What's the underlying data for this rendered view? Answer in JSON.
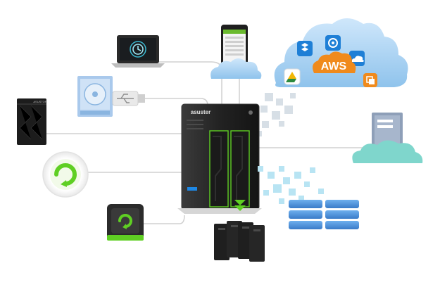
{
  "nas": {
    "brand_label": "asuster"
  },
  "small_nas": {
    "brand_label": "ASUSTOR"
  },
  "cloud_services": {
    "aws_label": "AWS",
    "icons": [
      "dropbox-icon",
      "google-drive-icon",
      "onedrive-icon",
      "backup-target-icon",
      "cloud-sync-icon"
    ]
  },
  "colors": {
    "connector": "#d0d0d0",
    "cloud": "#a9d2f2",
    "aws_bubble": "#f08a1c",
    "server_cloud": "#7fd6cc",
    "accent_green": "#5fcf23",
    "data_cubes": "#b8e4f3",
    "database_blue": "#4c8fd8",
    "nas_body": "#2a2a2a"
  }
}
